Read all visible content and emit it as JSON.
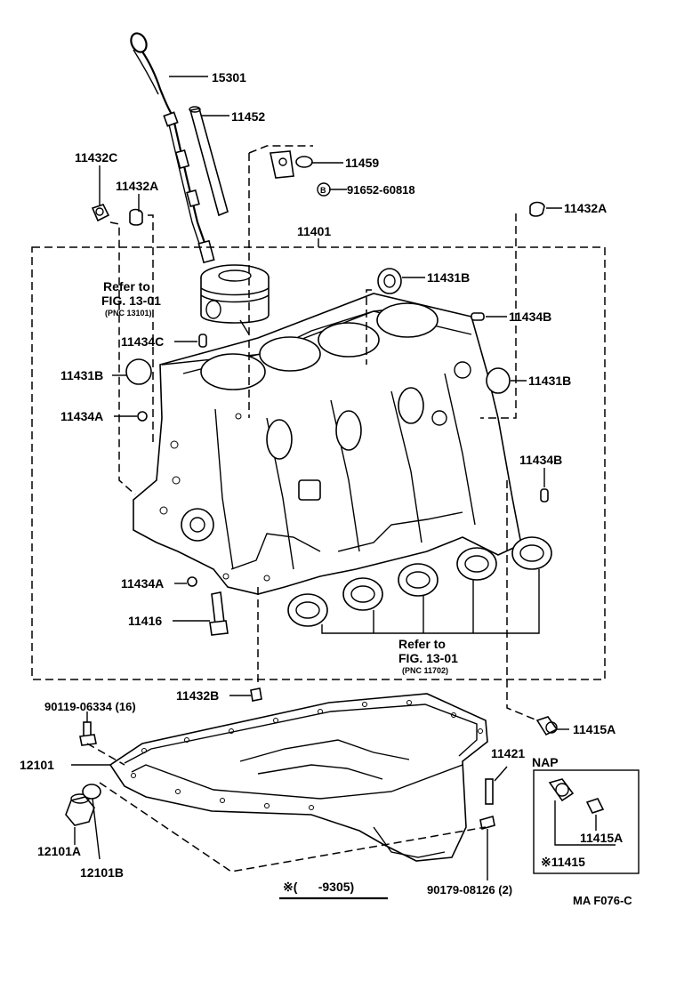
{
  "labels": {
    "p15301": "15301",
    "p11452": "11452",
    "p11459": "11459",
    "p91652": "91652-60818",
    "p91652_marker": "B",
    "p11432C": "11432C",
    "p11432A_left": "11432A",
    "p11432A_right": "11432A",
    "p11401": "11401",
    "ref1_line1": "Refer to",
    "ref1_line2": "FIG. 13-01",
    "ref1_line3": "(PNC 13101)",
    "p11431B_top": "11431B",
    "p11434B_top": "11434B",
    "p11434C": "11434C",
    "p11431B_left": "11431B",
    "p11431B_right": "11431B",
    "p11434A_upper": "11434A",
    "p11434B_right": "11434B",
    "p11434A_lower": "11434A",
    "p11416": "11416",
    "ref2_line1": "Refer to",
    "ref2_line2": "FIG. 13-01",
    "ref2_line3": "(PNC 11702)",
    "p11432B": "11432B",
    "p90119": "90119-06334 (16)",
    "p11415A_main": "11415A",
    "p12101": "12101",
    "p11421": "11421",
    "nap": "NAP",
    "p11415A_box": "11415A",
    "p11415_box": "※11415",
    "p12101A": "12101A",
    "p12101B": "12101B",
    "note_range": "※(      -9305)",
    "p90179": "90179-08126 (2)",
    "code": "MA  F076-C"
  }
}
